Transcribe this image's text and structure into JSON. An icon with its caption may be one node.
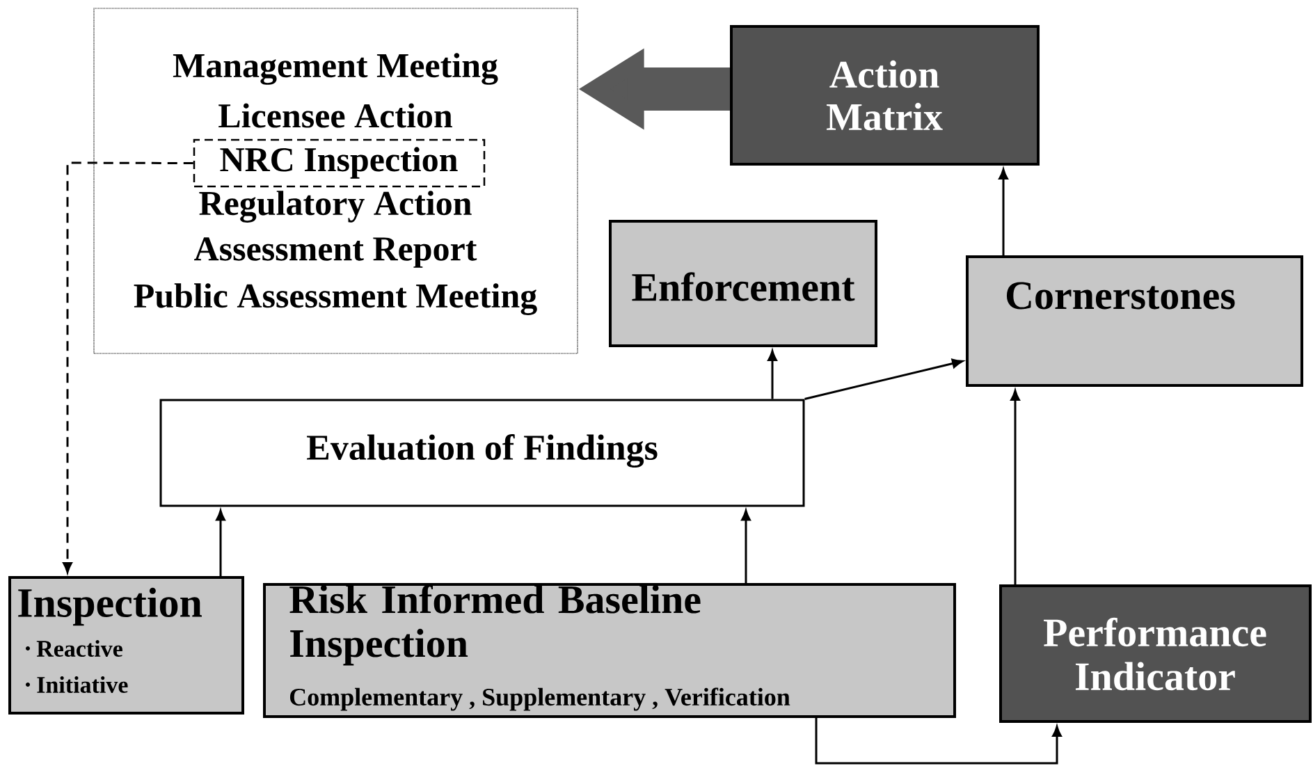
{
  "diagram": {
    "nodes": [
      {
        "text": [
          "Management Meeting",
          "Licensee Action",
          "Regulatory Action",
          "Assessment Report",
          "Public Assessment Meeting"
        ]
      },
      {
        "text": [
          "NRC Inspection"
        ],
        "in": 0
      },
      {
        "text": [
          "Action Matrix"
        ]
      },
      {
        "text": [
          "Enforcement"
        ]
      },
      {
        "text": [
          "Cornerstones"
        ]
      },
      {
        "text": [
          "Evaluation of Findings"
        ]
      },
      {
        "text": [
          "Inspection",
          "Reactive",
          "Initiative"
        ]
      },
      {
        "text": [
          "Risk Informed Baseline Inspection",
          "Complementary , Supplementary , Verification"
        ]
      },
      {
        "text": [
          "Performance Indicator"
        ]
      }
    ],
    "edges": [
      {
        "from": 2,
        "to": 0,
        "arrow": "to",
        "style": "thick"
      },
      {
        "from": 4,
        "to": 2,
        "arrow": "to"
      },
      {
        "from": 5,
        "to": 3,
        "arrow": "to"
      },
      {
        "from": 5,
        "to": 4,
        "arrow": "to"
      },
      {
        "from": 6,
        "to": 5,
        "arrow": "to"
      },
      {
        "from": 7,
        "to": 5,
        "arrow": "to"
      },
      {
        "from": 7,
        "to": 8,
        "arrow": "to"
      },
      {
        "from": 8,
        "to": 4,
        "arrow": "to"
      },
      {
        "from": 1,
        "to": 6,
        "arrow": "to",
        "style": "dashed"
      }
    ]
  }
}
